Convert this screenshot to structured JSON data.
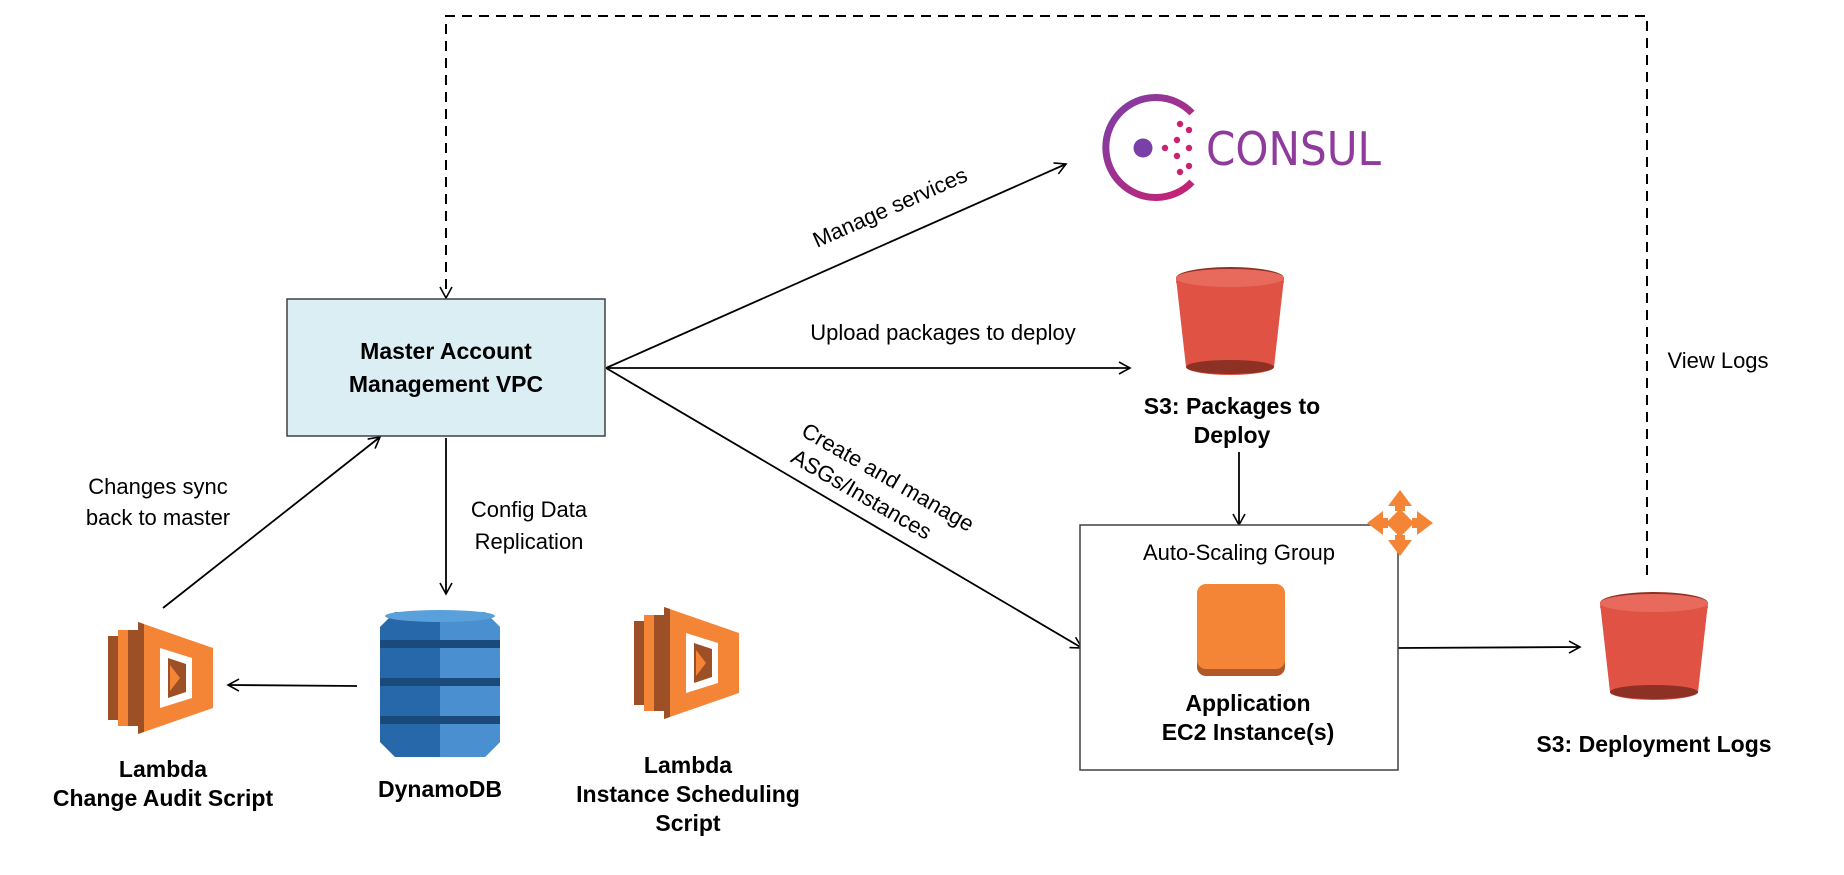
{
  "nodes": {
    "master_vpc": {
      "line1": "Master Account",
      "line2": "Management VPC"
    },
    "consul": {
      "wordmark": "CONSUL"
    },
    "s3_packages": {
      "line1": "S3: Packages to",
      "line2": "Deploy"
    },
    "asg": {
      "title": "Auto-Scaling Group",
      "ec2_line1": "Application",
      "ec2_line2": "EC2 Instance(s)"
    },
    "s3_logs": {
      "label": "S3: Deployment Logs"
    },
    "lambda_audit": {
      "line1": "Lambda",
      "line2": "Change Audit Script"
    },
    "dynamodb": {
      "label": "DynamoDB"
    },
    "lambda_scheduling": {
      "line1": "Lambda",
      "line2": "Instance Scheduling",
      "line3": "Script"
    }
  },
  "edges": {
    "manage_services": "Manage services",
    "upload_packages": "Upload packages to deploy",
    "create_manage_line1": "Create and manage",
    "create_manage_line2": "ASGs/Instances",
    "config_line1": "Config Data",
    "config_line2": "Replication",
    "changes_line1": "Changes sync",
    "changes_line2": "back to master",
    "view_logs": "View Logs"
  },
  "colors": {
    "vpc_fill": "#daeef3",
    "s3_red": "#e05243",
    "s3_dark": "#8c3123",
    "lambda_orange": "#f58536",
    "lambda_dark": "#9d5025",
    "dynamo_blue": "#2e73b8",
    "dynamo_dark": "#205b98",
    "ec2_orange": "#f58536",
    "consul_purple": "#8e3b9c",
    "consul_red": "#ca2171"
  }
}
